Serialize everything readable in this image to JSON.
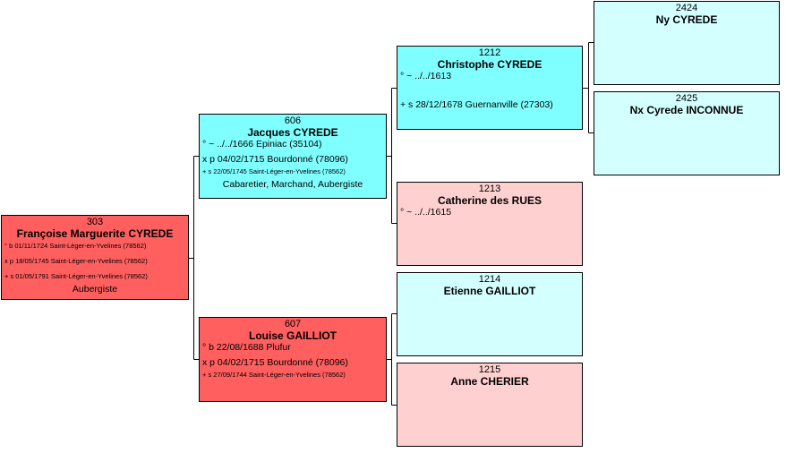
{
  "colors": {
    "male": "#7fffff",
    "female": "#ff5f5f",
    "male_light": "#d4ffff",
    "female_light": "#ffd0d0",
    "line": "#000000"
  },
  "persons": [
    {
      "sosa": "303",
      "name": "Françoise Marguerite CYREDE",
      "events": [
        {
          "text": "° b 01/11/1724 Saint-Léger-en-Yvelines (78562)"
        },
        {
          "text": "x p 18/05/1745 Saint-Léger-en-Yvelines (78562)"
        },
        {
          "text": "+ s 01/05/1791 Saint-Léger-en-Yvelines (78562)"
        }
      ],
      "occupation": "Aubergiste"
    },
    {
      "sosa": "606",
      "name": "Jacques CYREDE",
      "events": [
        {
          "text": "° ~ ../../1666 Epiniac (35104)"
        },
        {
          "text": "x p 04/02/1715 Bourdonné (78096)"
        },
        {
          "text": "+ s 22/05/1745 Saint-Léger-en-Yvelines (78562)"
        }
      ],
      "occupation": "Cabaretier, Marchand, Aubergiste"
    },
    {
      "sosa": "607",
      "name": "Louise GAILLIOT",
      "events": [
        {
          "text": "° b 22/08/1688 Plufur"
        },
        {
          "text": "x p 04/02/1715 Bourdonné (78096)"
        },
        {
          "text": "+ s 27/09/1744 Saint-Léger-en-Yvelines (78562)"
        }
      ],
      "occupation": ""
    },
    {
      "sosa": "1212",
      "name": "Christophe CYREDE",
      "events": [
        {
          "text": "° ~ ../../1613"
        },
        {
          "text": "+ s 28/12/1678 Guernanville (27303)"
        }
      ],
      "occupation": ""
    },
    {
      "sosa": "1213",
      "name": "Catherine des RUES",
      "events": [
        {
          "text": "° ~ ../../1615"
        }
      ],
      "occupation": ""
    },
    {
      "sosa": "1214",
      "name": "Etienne GAILLIOT",
      "events": [],
      "occupation": ""
    },
    {
      "sosa": "1215",
      "name": "Anne CHERIER",
      "events": [],
      "occupation": ""
    },
    {
      "sosa": "2424",
      "name": "Ny CYREDE",
      "events": [],
      "occupation": ""
    },
    {
      "sosa": "2425",
      "name": "Nx Cyrede INCONNUE",
      "events": [],
      "occupation": ""
    }
  ]
}
